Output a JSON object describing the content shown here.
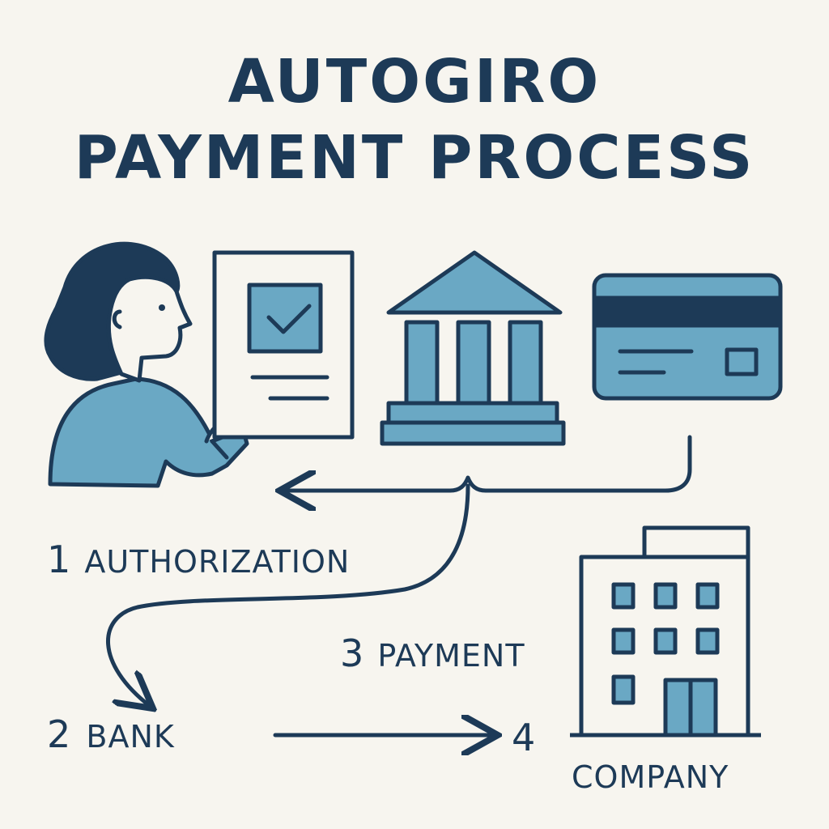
{
  "title": {
    "line1": "AUTOGIRO",
    "line2": "PAYMENT PROCESS"
  },
  "steps": [
    {
      "number": "1",
      "label": "AUTHORIZATION"
    },
    {
      "number": "2",
      "label": "BANK"
    },
    {
      "number": "3",
      "label": "PAYMENT"
    },
    {
      "number": "4",
      "label": ""
    }
  ],
  "company_label": "COMPANY",
  "icons": [
    "person-icon",
    "document-check-icon",
    "bank-icon",
    "card-icon",
    "office-building-icon"
  ],
  "colors": {
    "background": "#f7f5ef",
    "ink": "#1d3a57",
    "fill": "#6aa8c4"
  }
}
